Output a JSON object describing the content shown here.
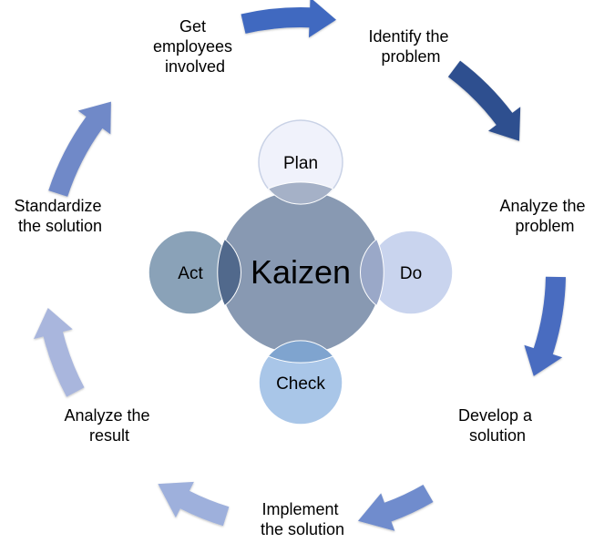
{
  "cycle_steps": [
    {
      "line1": "Get",
      "line2": "employees",
      "line3": "involved"
    },
    {
      "line1": "Identify the",
      "line2": "problem"
    },
    {
      "line1": "Analyze the",
      "line2": "problem"
    },
    {
      "line1": "Develop a",
      "line2": "solution"
    },
    {
      "line1": "Implement",
      "line2": "the solution"
    },
    {
      "line1": "Analyze the",
      "line2": "result"
    },
    {
      "line1": "Standardize",
      "line2": "the solution"
    }
  ],
  "center": {
    "label": "Kaizen",
    "color": "#8496b0"
  },
  "pdca": {
    "plan": {
      "label": "Plan",
      "color": "#f0f2fb"
    },
    "do": {
      "label": "Do",
      "color": "#c9d4ee"
    },
    "check": {
      "label": "Check",
      "color": "#a9c6e8"
    },
    "act": {
      "label": "Act",
      "color": "#8aa2b8"
    }
  },
  "arrow_colors": [
    "#3f69c0",
    "#2e4f8f",
    "#4a6cc0",
    "#6f8ccd",
    "#9eb0dc",
    "#a9b6dd",
    "#7089c8"
  ]
}
